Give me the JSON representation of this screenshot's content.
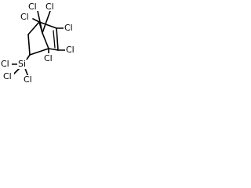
{
  "molecule": {
    "atoms": {
      "cl_bridge_a": "Cl",
      "cl_bridge_b": "Cl",
      "cl_top_left": "Cl",
      "cl_top_right": "Cl",
      "cl_right": "Cl",
      "cl_bridgehead": "Cl",
      "si": "Si",
      "si_cl_a": "Cl",
      "si_cl_b": "Cl",
      "si_cl_c": "Cl"
    }
  }
}
